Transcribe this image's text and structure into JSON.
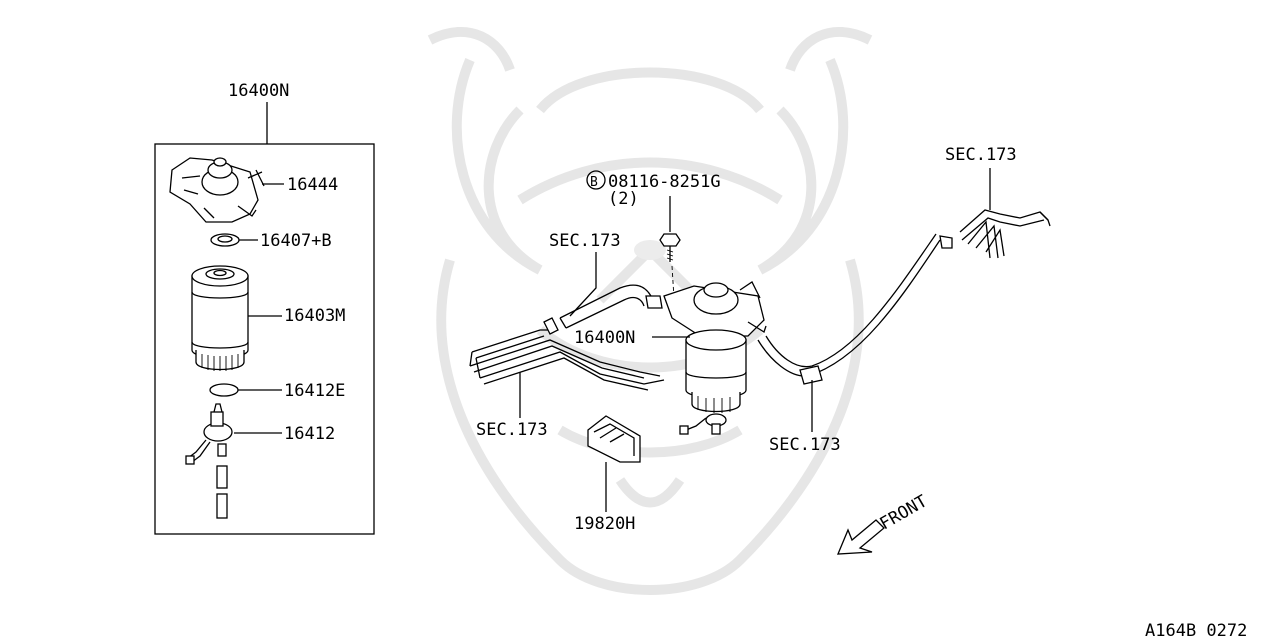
{
  "callouts": {
    "assembly_top": "16400N",
    "top_head": "16444",
    "ring": "16407+B",
    "filter": "16403M",
    "o_ring": "16412E",
    "sensor": "16412",
    "bolt_part": "08116-8251G",
    "bolt_qty": "(2)",
    "bolt_marker": "B",
    "sec_left_upper": "SEC.173",
    "assembly_main": "16400N",
    "sec_left_lower": "SEC.173",
    "clip": "19820H",
    "sec_right_lower": "SEC.173",
    "sec_right_upper": "SEC.173",
    "front": "FRONT"
  },
  "ref_code": "A164B 0272",
  "icons": [
    "front-arrow-icon",
    "bolt-marker-circle-icon",
    "watermark-logo"
  ],
  "colors": {
    "line": "#000000",
    "background": "#ffffff",
    "watermark": "#e6e6e6"
  }
}
